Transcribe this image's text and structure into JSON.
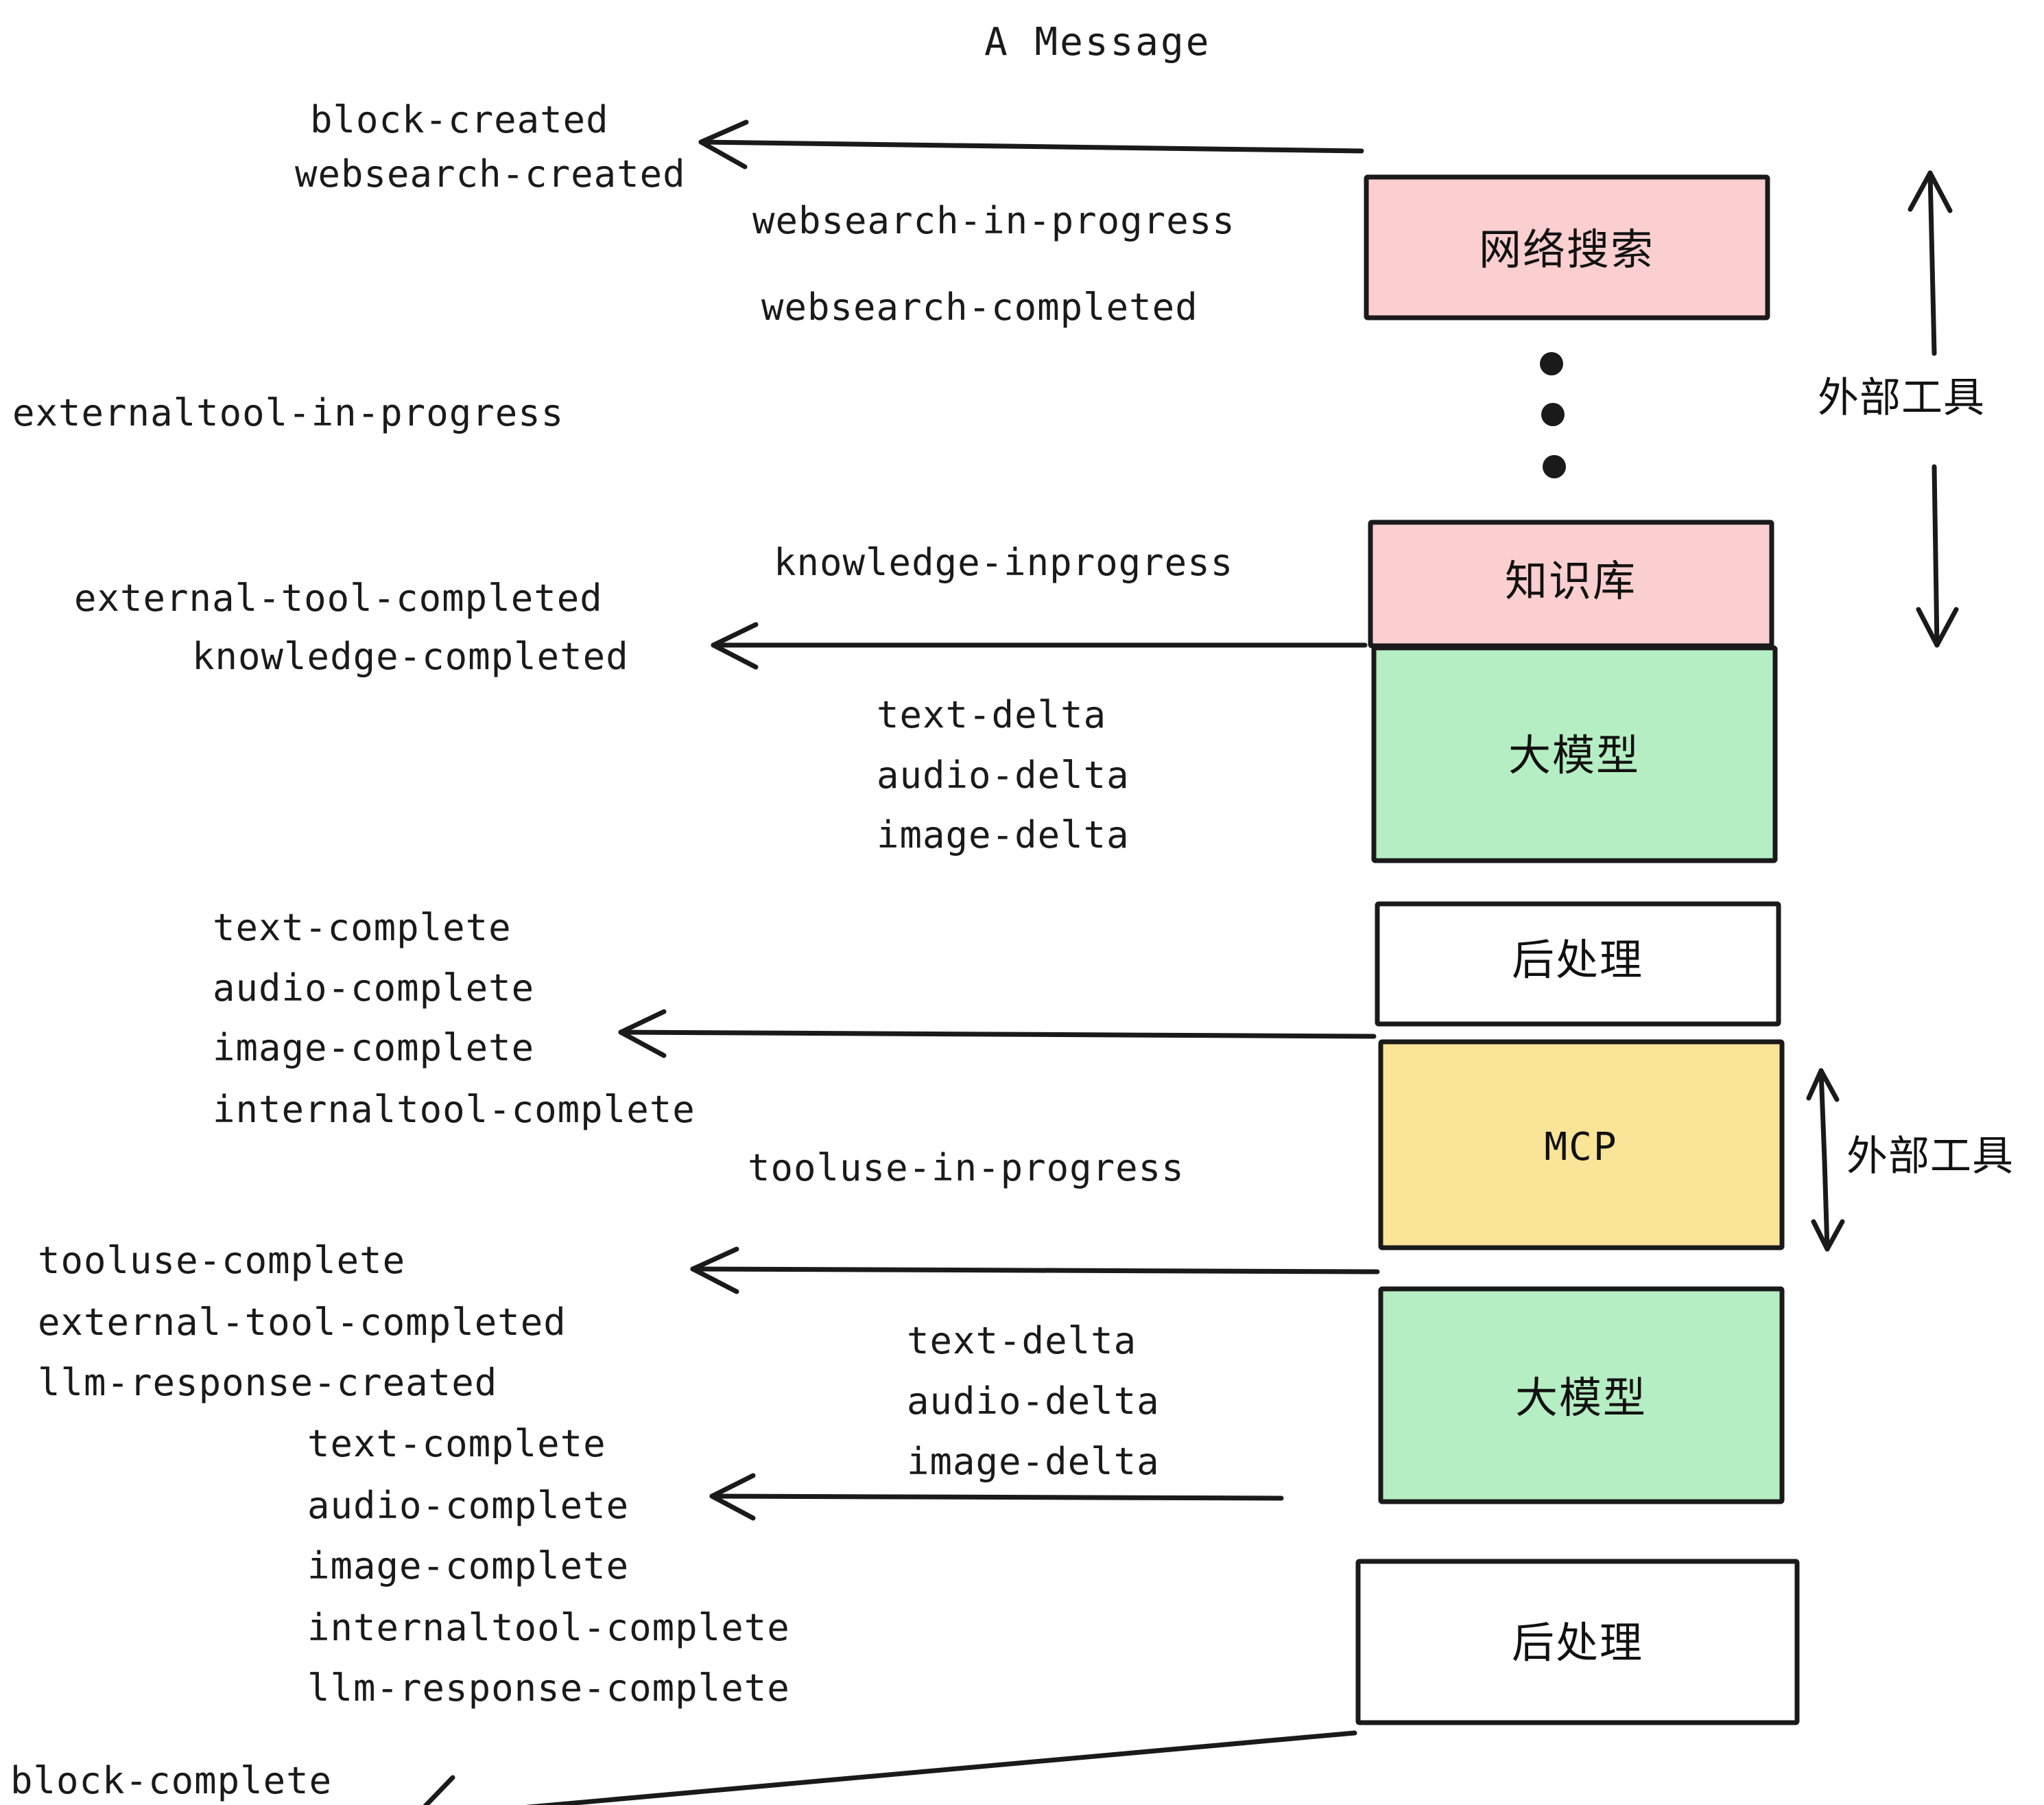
{
  "diagram": {
    "title": "A Message",
    "background": "#ffffff",
    "colors": {
      "pink": "#fbcfcf",
      "green": "#b5eec2",
      "yellow": "#fae498",
      "white": "#ffffff",
      "stroke": "#1a1a1a"
    }
  },
  "nodes": [
    {
      "id": "websearch",
      "label": "网络搜索",
      "color": "pink",
      "kind": "cjk"
    },
    {
      "id": "knowledge",
      "label": "知识库",
      "color": "pink",
      "kind": "cjk"
    },
    {
      "id": "llm1",
      "label": "大模型",
      "color": "green",
      "kind": "cjk"
    },
    {
      "id": "post1",
      "label": "后处理",
      "color": "white",
      "kind": "cjk"
    },
    {
      "id": "mcp",
      "label": "MCP",
      "color": "yellow",
      "kind": "latin"
    },
    {
      "id": "llm2",
      "label": "大模型",
      "color": "green",
      "kind": "cjk"
    },
    {
      "id": "post2",
      "label": "后处理",
      "color": "white",
      "kind": "cjk"
    }
  ],
  "side_labels": [
    {
      "id": "ext-tool-top",
      "text": "外部工具"
    },
    {
      "id": "ext-tool-bottom",
      "text": "外部工具"
    }
  ],
  "events": [
    {
      "id": "e01",
      "text": "block-created"
    },
    {
      "id": "e02",
      "text": "websearch-created"
    },
    {
      "id": "e03",
      "text": "websearch-in-progress"
    },
    {
      "id": "e04",
      "text": "websearch-completed"
    },
    {
      "id": "e05",
      "text": "externaltool-in-progress"
    },
    {
      "id": "e06",
      "text": "knowledge-inprogress"
    },
    {
      "id": "e07",
      "text": "external-tool-completed"
    },
    {
      "id": "e08",
      "text": "knowledge-completed"
    },
    {
      "id": "e09",
      "text": "text-delta"
    },
    {
      "id": "e10",
      "text": "audio-delta"
    },
    {
      "id": "e11",
      "text": "image-delta"
    },
    {
      "id": "e12",
      "text": "text-complete"
    },
    {
      "id": "e13",
      "text": "audio-complete"
    },
    {
      "id": "e14",
      "text": "image-complete"
    },
    {
      "id": "e15",
      "text": "internaltool-complete"
    },
    {
      "id": "e16",
      "text": "tooluse-in-progress"
    },
    {
      "id": "e17",
      "text": "tooluse-complete"
    },
    {
      "id": "e18",
      "text": "external-tool-completed"
    },
    {
      "id": "e19",
      "text": "llm-response-created"
    },
    {
      "id": "e20",
      "text": "text-complete"
    },
    {
      "id": "e21",
      "text": "audio-complete"
    },
    {
      "id": "e22",
      "text": "image-complete"
    },
    {
      "id": "e23",
      "text": "internaltool-complete"
    },
    {
      "id": "e24",
      "text": "llm-response-complete"
    },
    {
      "id": "e25",
      "text": "text-delta"
    },
    {
      "id": "e26",
      "text": "audio-delta"
    },
    {
      "id": "e27",
      "text": "image-delta"
    },
    {
      "id": "e28",
      "text": "block-complete"
    }
  ]
}
